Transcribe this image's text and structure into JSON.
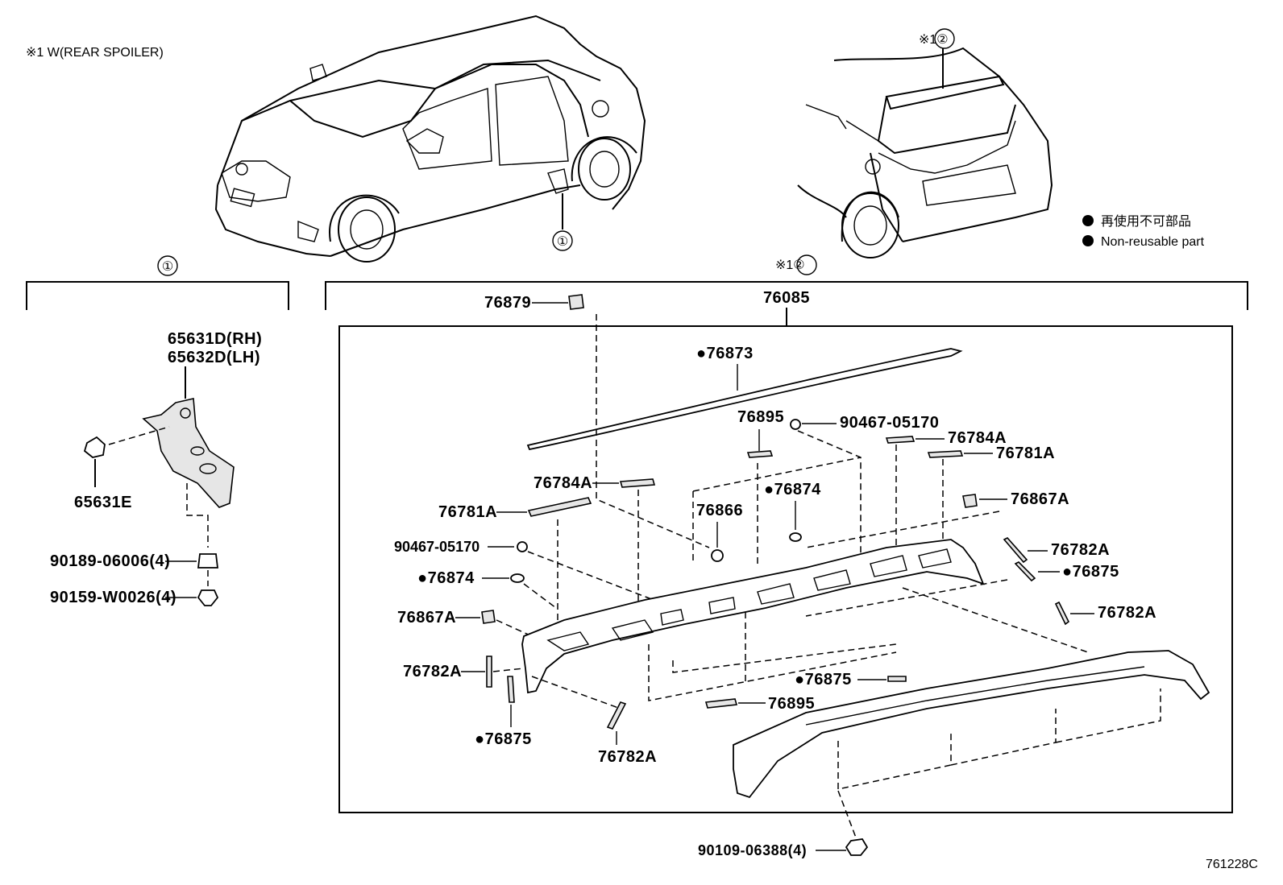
{
  "header": {
    "note": "※1 W(REAR SPOILER)",
    "diagram_id": "761228C"
  },
  "legend": {
    "jp": "再使用不可部品",
    "en": "Non-reusable part"
  },
  "callouts": {
    "c1": "①",
    "c2": "②",
    "c1_bracket": "①",
    "c2_bracket": "※1②",
    "c2_rear": "※1②"
  },
  "groups": {
    "assembly": "76085"
  },
  "left_parts": {
    "p65631D": "65631D(RH)",
    "p65632D": "65632D(LH)",
    "p65631E": "65631E",
    "p90189": "90189-06006(4)",
    "p90159": "90159-W0026(4)"
  },
  "right_parts": {
    "p76879": "76879",
    "p76873": "●76873",
    "p76895_top": "76895",
    "p90467_top": "90467-05170",
    "p76784A_right": "76784A",
    "p76781A_right": "76781A",
    "p76784A_left": "76784A",
    "p76874_top": "●76874",
    "p76866": "76866",
    "p76867A_right": "76867A",
    "p76781A_left": "76781A",
    "p90467_left": "90467-05170",
    "p76782A_r1": "76782A",
    "p76875_r": "●76875",
    "p76874_left": "●76874",
    "p76782A_r2": "76782A",
    "p76867A_left": "76867A",
    "p76782A_l1": "76782A",
    "p76875_mid": "●76875",
    "p76895_bot": "76895",
    "p76875_left": "●76875",
    "p76782A_bot": "76782A",
    "p90109": "90109-06388(4)"
  }
}
